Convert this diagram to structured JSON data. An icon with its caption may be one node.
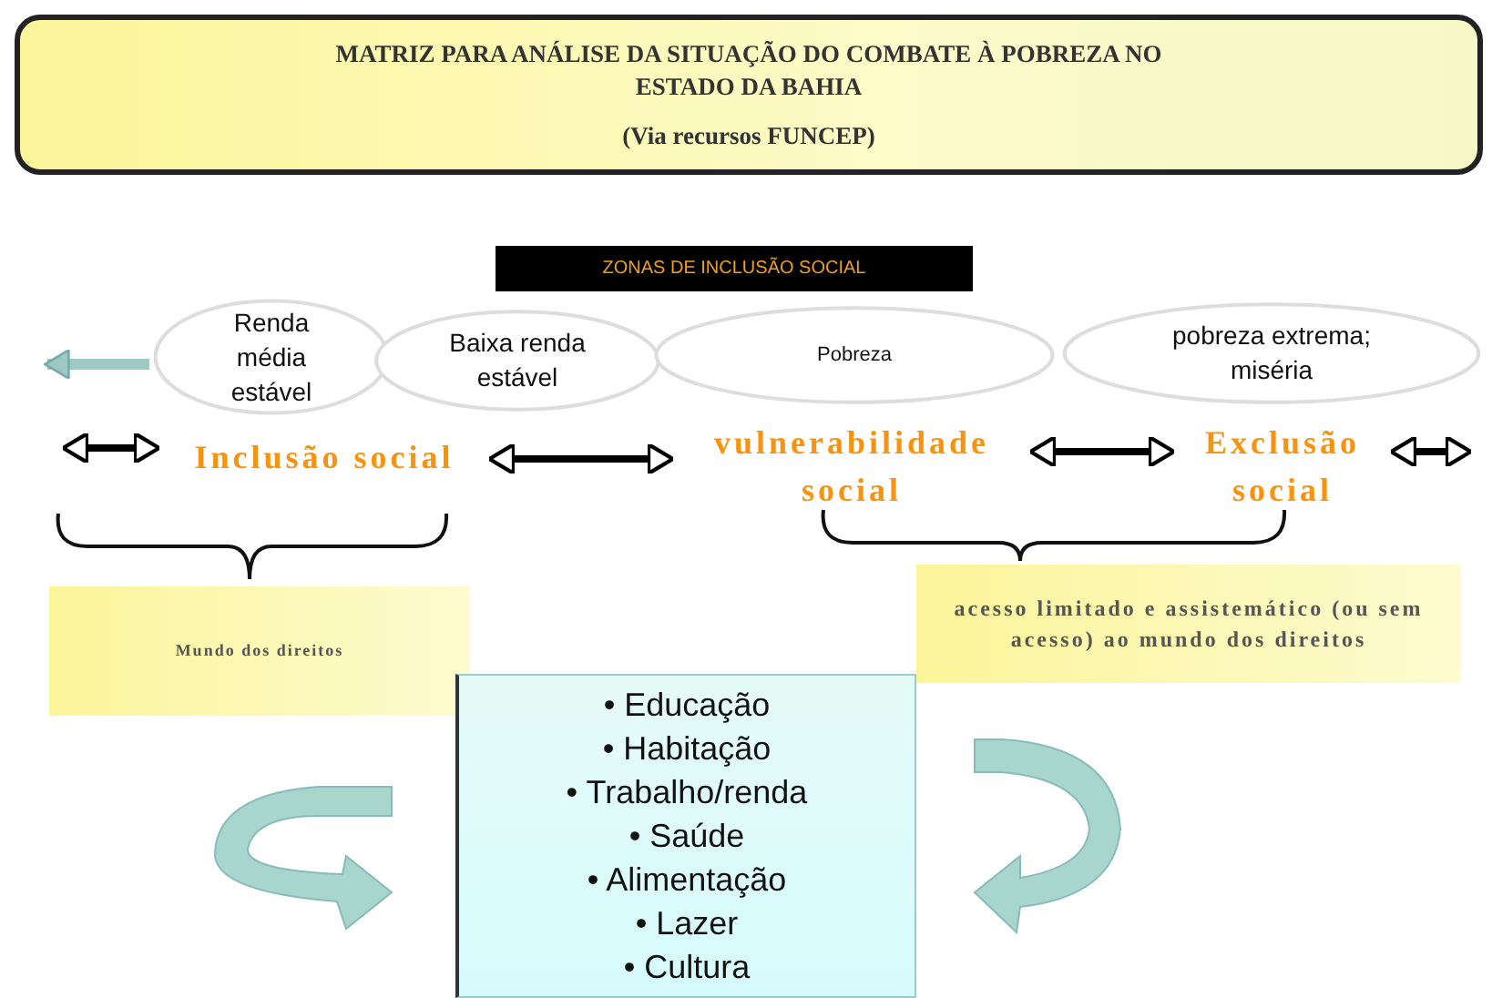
{
  "diagram": {
    "title": "MATRIZ PARA ANÁLISE DA SITUAÇÃO DO COMBATE À POBREZA NO ESTADO DA BAHIA",
    "nodes": [
      {
        "text": [
          "ZONAS DE INCLUSÃO SOCIAL"
        ]
      },
      {
        "text": [
          "Renda média estável"
        ]
      },
      {
        "text": [
          "Baixa renda estável"
        ]
      },
      {
        "text": [
          "Pobreza"
        ]
      },
      {
        "text": [
          "pobreza extrema; miséria"
        ]
      },
      {
        "text": [
          "Inclusão social"
        ]
      },
      {
        "text": [
          "vulnerabilidade social"
        ]
      },
      {
        "text": [
          "Exclusão social"
        ]
      },
      {
        "text": [
          "Mundo dos direitos"
        ]
      },
      {
        "text": [
          "acesso limitado e assistemático (ou sem acesso) ao mundo dos direitos"
        ]
      },
      {
        "text": [
          "• Educação",
          "• Habitação",
          "• Trabalho/renda",
          "• Saúde",
          "• Alimentação",
          "• Lazer",
          "• Cultura"
        ]
      }
    ],
    "edges": [
      {
        "from": null,
        "to": 5,
        "arrow": "both"
      },
      {
        "from": 5,
        "to": 6,
        "arrow": "both"
      },
      {
        "from": 6,
        "to": 7,
        "arrow": "both"
      },
      {
        "from": 7,
        "to": null,
        "arrow": "both"
      },
      {
        "from": 1,
        "to": null,
        "arrow": "to",
        "color": "#9cc9c2"
      }
    ],
    "labels": [
      "(Via recursos FUNCEP)"
    ]
  }
}
